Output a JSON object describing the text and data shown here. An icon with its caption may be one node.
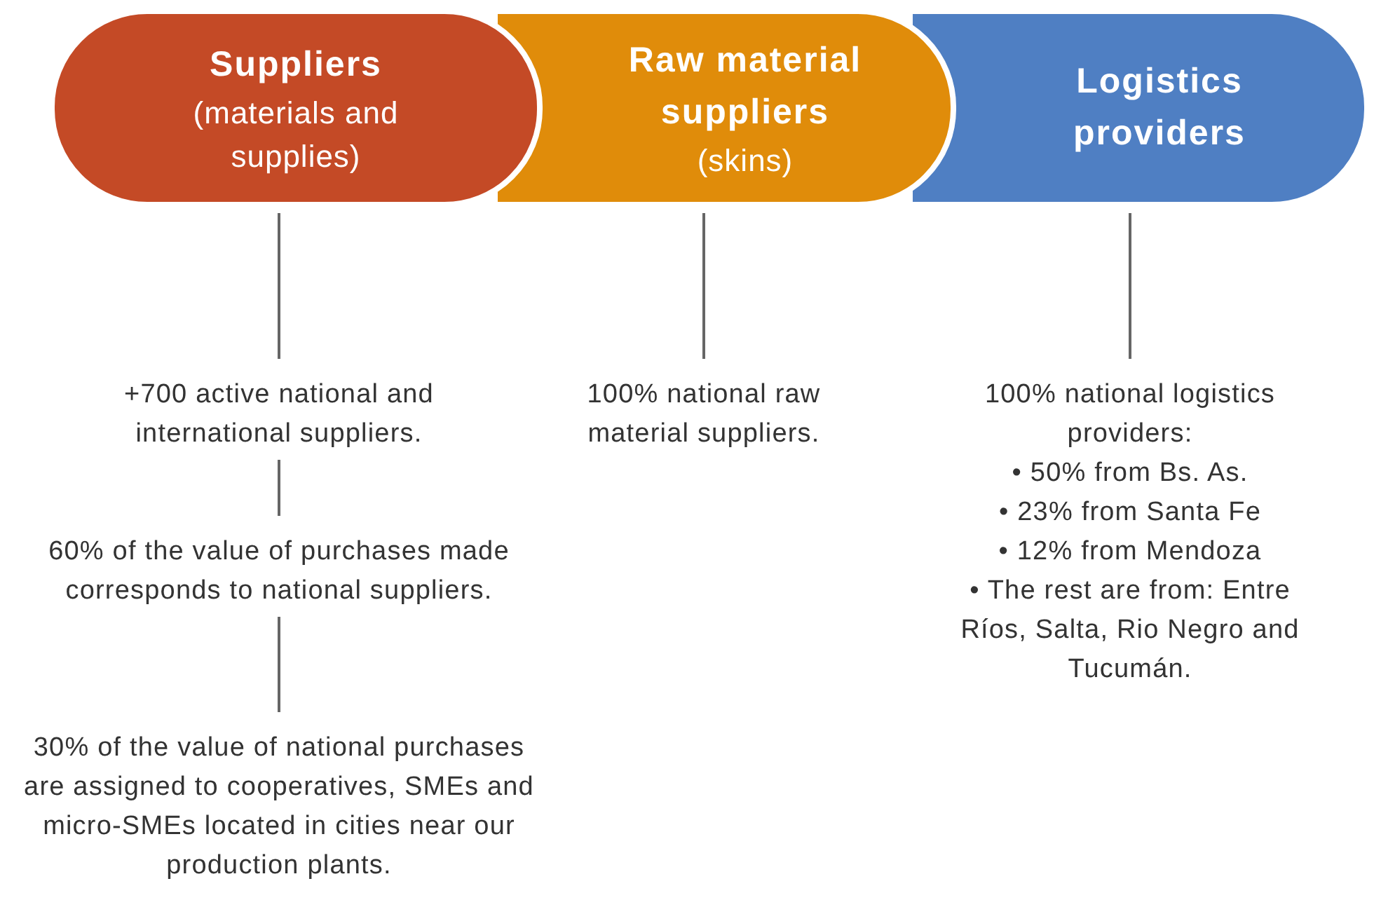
{
  "diagram": {
    "nodes": [
      {
        "text": [
          "Suppliers",
          "(materials and supplies)"
        ]
      },
      {
        "text": [
          "Raw material suppliers",
          "(skins)"
        ]
      },
      {
        "text": [
          "Logistics providers"
        ]
      },
      {
        "text": [
          "+700 active national and international suppliers."
        ]
      },
      {
        "text": [
          "60% of the value of purchases made corresponds to national suppliers."
        ]
      },
      {
        "text": [
          "30% of the value of national purchases are assigned to cooperatives, SMEs and micro-SMEs located in cities near our production plants."
        ]
      },
      {
        "text": [
          "100% national raw material suppliers."
        ]
      },
      {
        "text": [
          "100% national logistics providers:",
          "• 50% from Bs. As.",
          "• 23% from Santa Fe",
          "• 12% from Mendoza",
          "• The rest are from: Entre Ríos, Salta, Rio Negro and Tucumán."
        ]
      }
    ],
    "edges": [
      {
        "from": 0,
        "to": 3,
        "arrow": "none"
      },
      {
        "from": 3,
        "to": 4,
        "arrow": "none"
      },
      {
        "from": 4,
        "to": 5,
        "arrow": "none"
      },
      {
        "from": 1,
        "to": 6,
        "arrow": "none"
      },
      {
        "from": 2,
        "to": 7,
        "arrow": "none"
      }
    ]
  }
}
